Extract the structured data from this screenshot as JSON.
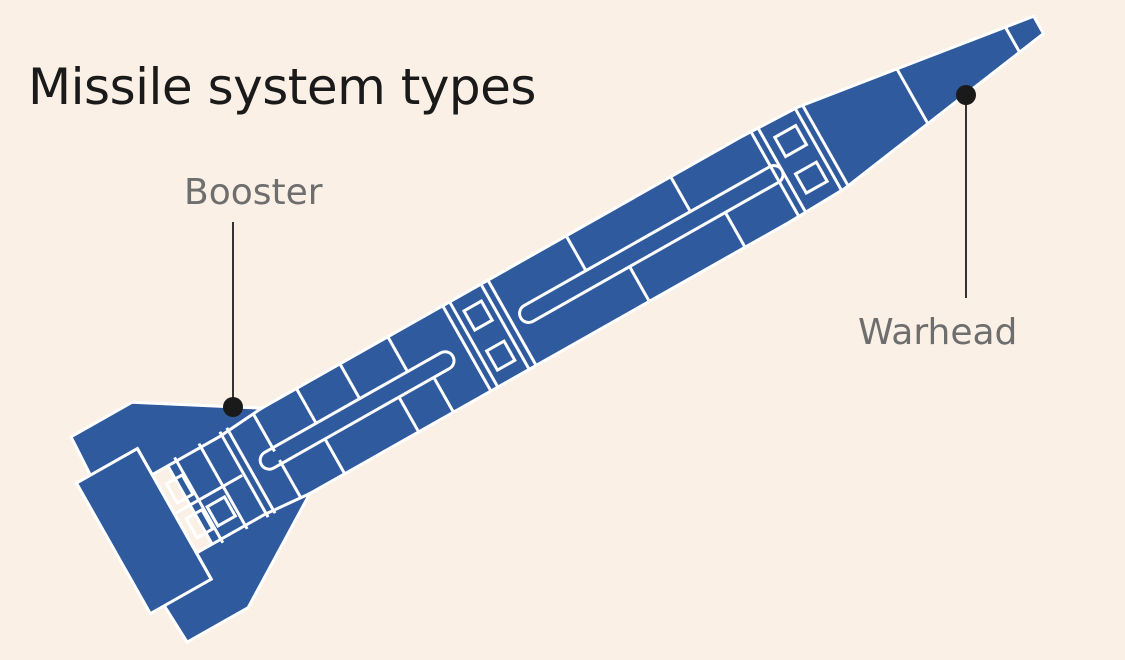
{
  "title": "Missile system types",
  "callouts": {
    "booster": "Booster",
    "warhead": "Warhead"
  },
  "colors": {
    "background": "#fbf0e6",
    "missile": "#2f5a9e",
    "detail_lines": "#ffffff",
    "leader_line": "#333333"
  }
}
